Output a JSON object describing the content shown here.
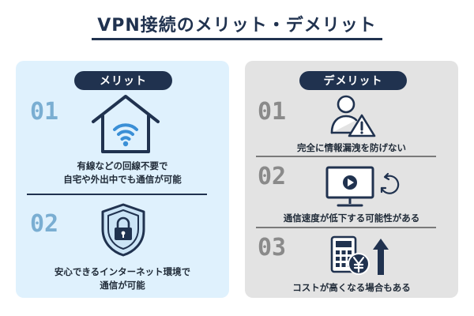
{
  "title": "VPN接続のメリット・デメリット",
  "merit": {
    "label": "メリット",
    "items": [
      {
        "number": "01",
        "line1": "有線などの回線不要で",
        "line2": "自宅や外出中でも通信が可能",
        "icon": "house-wifi-icon"
      },
      {
        "number": "02",
        "line1": "安心できるインターネット環境で",
        "line2": "通信が可能",
        "icon": "shield-lock-icon"
      }
    ]
  },
  "demerit": {
    "label": "デメリット",
    "items": [
      {
        "number": "01",
        "text": "完全に情報漏洩を防げない",
        "icon": "user-warning-icon"
      },
      {
        "number": "02",
        "text": "通信速度が低下する可能性がある",
        "icon": "monitor-loading-icon"
      },
      {
        "number": "03",
        "text": "コストが高くなる場合もある",
        "icon": "calculator-yen-icon"
      }
    ]
  },
  "colors": {
    "navy": "#20324f",
    "merit_bg": "#dff1fd",
    "demerit_bg": "#e3e3e3",
    "merit_number": "#7aaed2",
    "demerit_number": "#8a8a8a",
    "wifi_blue": "#3a8fd6"
  }
}
